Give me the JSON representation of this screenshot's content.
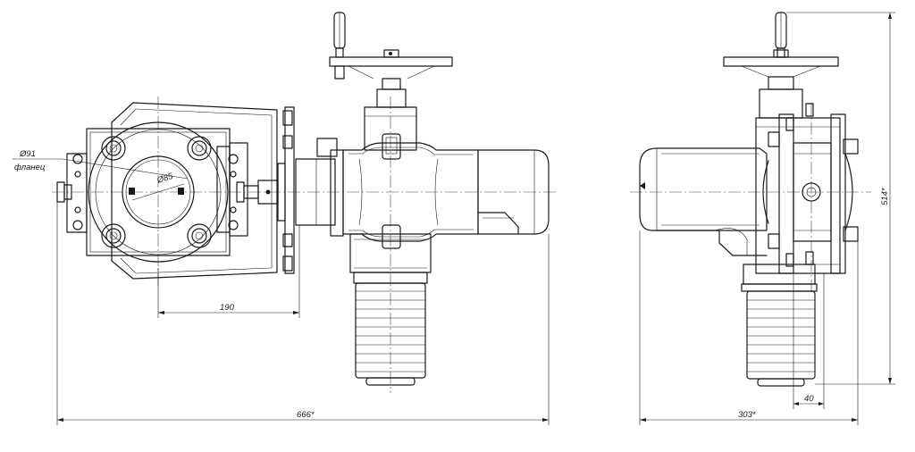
{
  "dimensions": {
    "flange_diameter": "Ø91",
    "flange_label": "фланец",
    "bore_diameter": "Ø85",
    "shaft_distance": "190",
    "overall_length": "666*",
    "side_width": "303*",
    "handle_offset": "40",
    "overall_height": "514*"
  }
}
